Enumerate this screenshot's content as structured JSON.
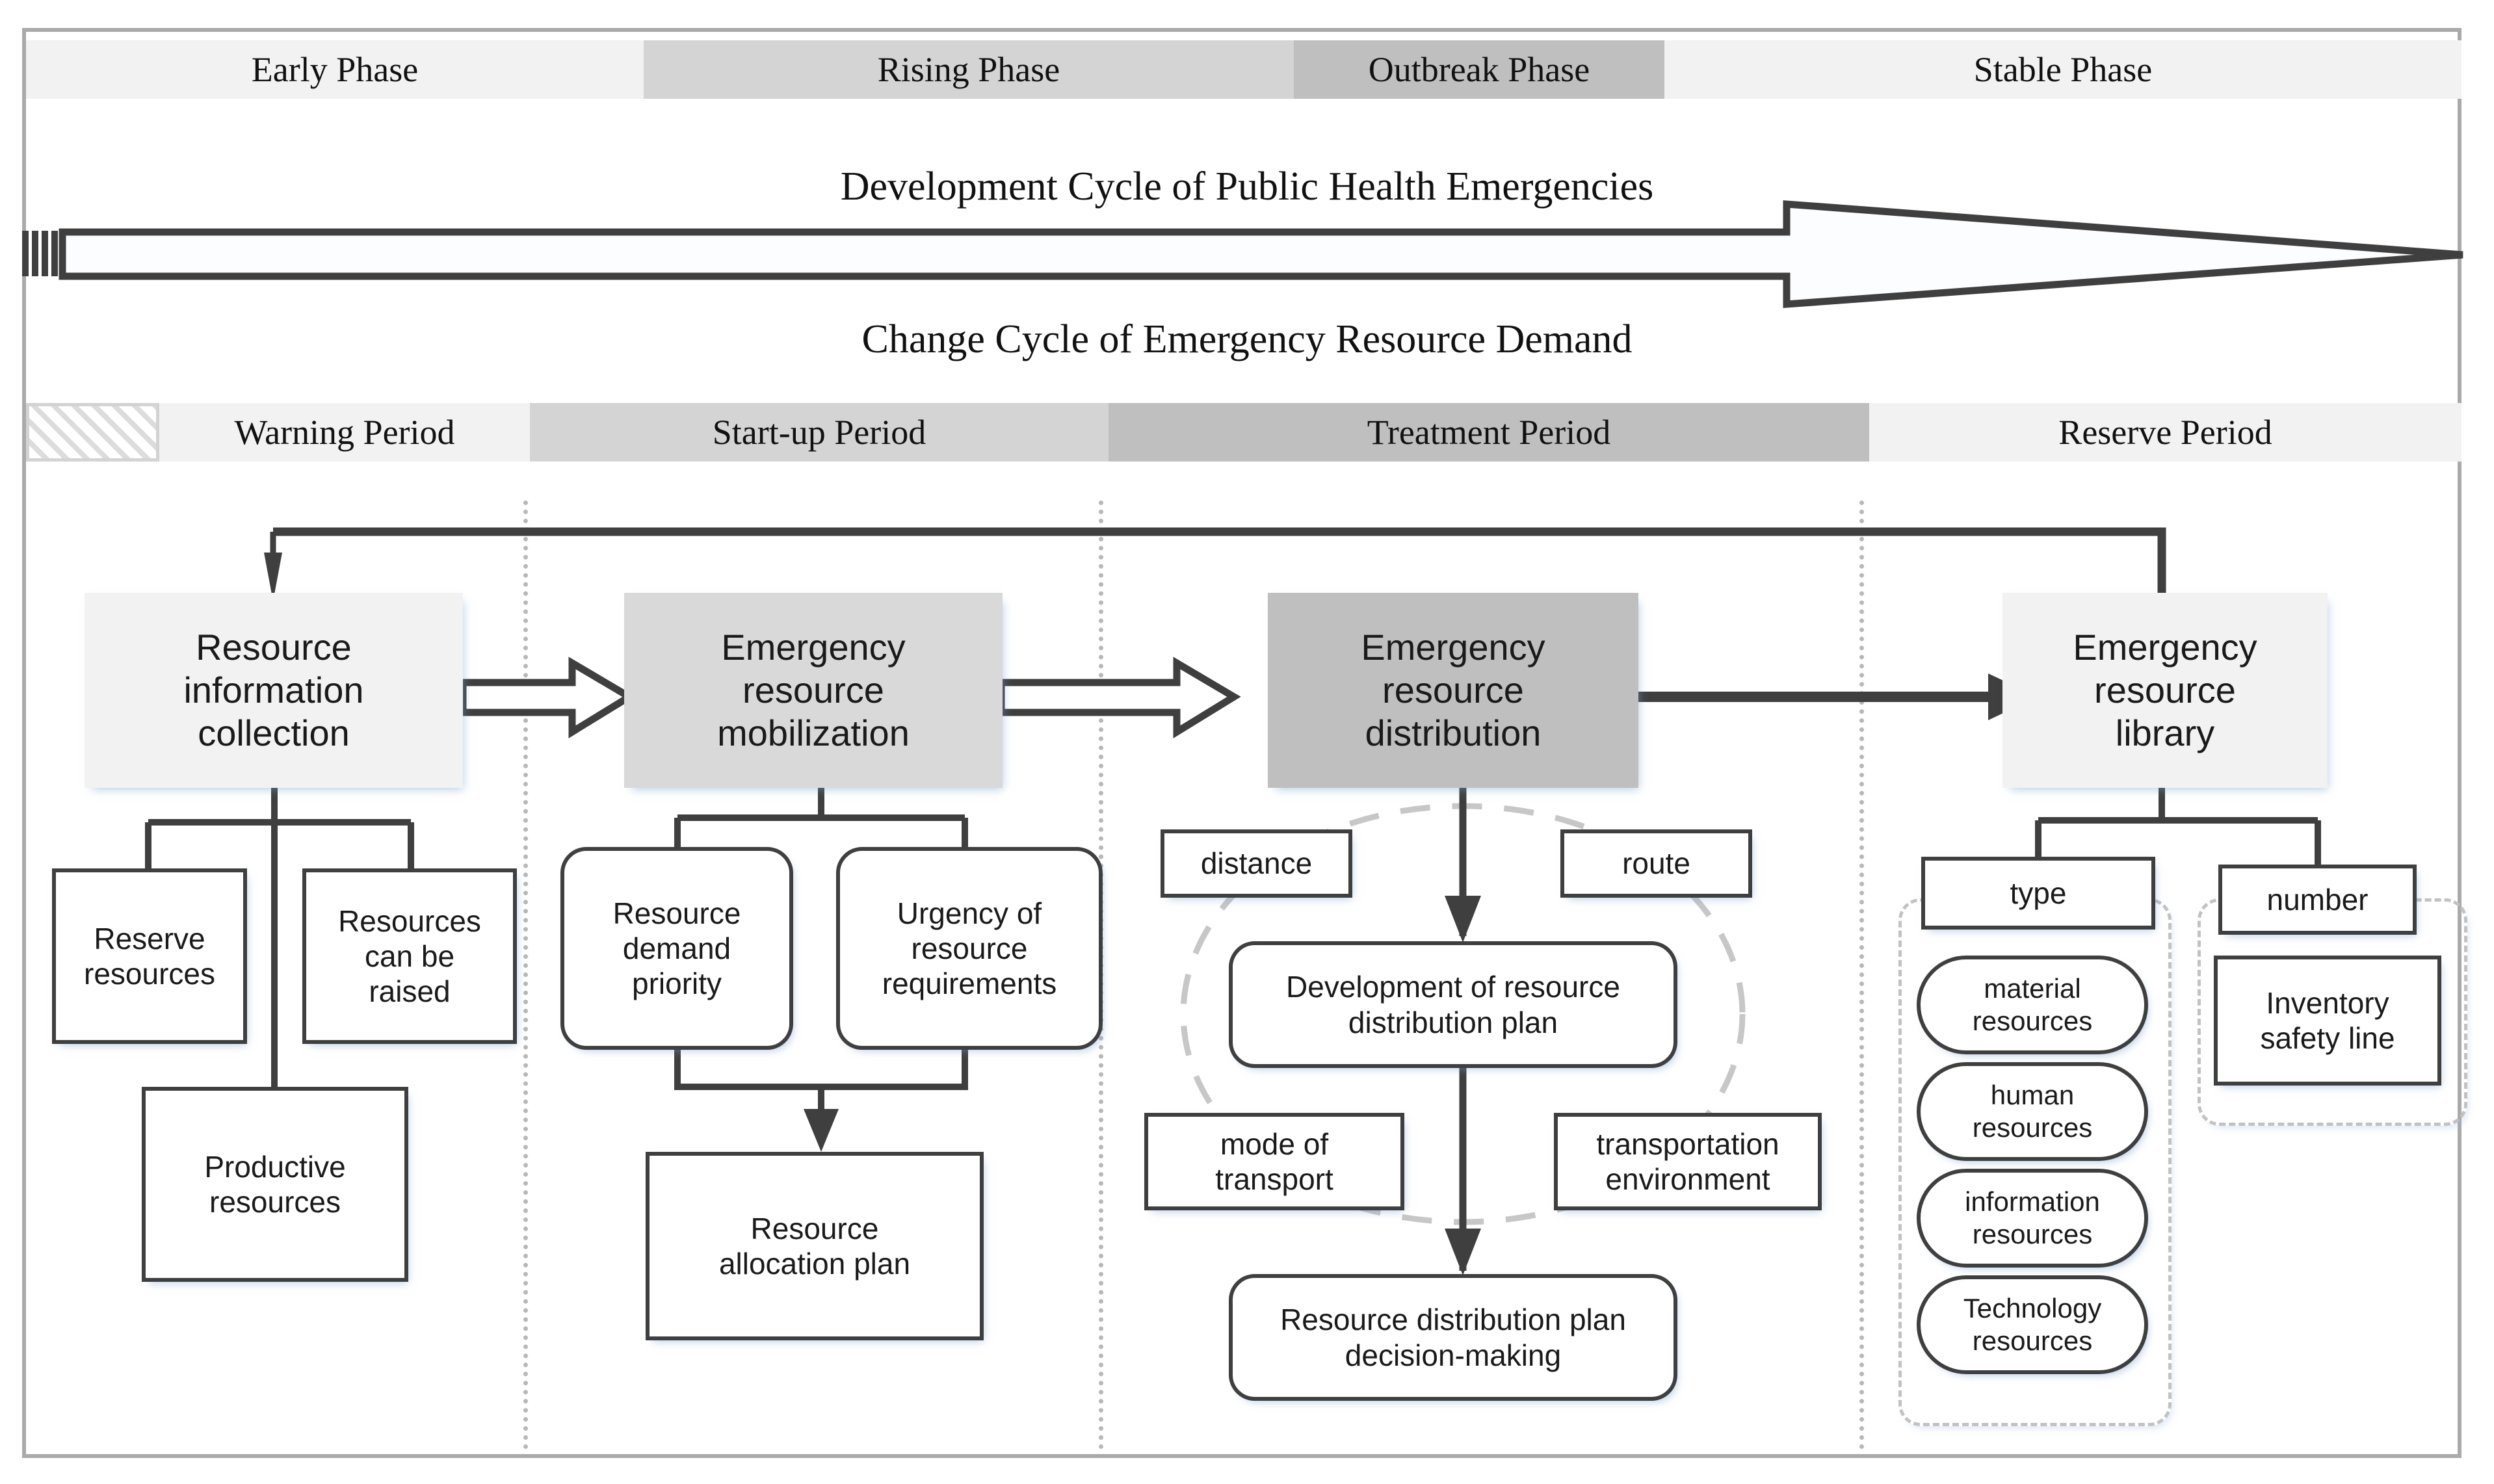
{
  "phases": {
    "label": "Development Cycle of Public Health Emergencies",
    "bands": [
      {
        "name": "Early Phase",
        "shade": "#f2f2f2"
      },
      {
        "name": "Rising Phase",
        "shade": "#d4d4d4"
      },
      {
        "name": "Outbreak Phase",
        "shade": "#bfbfbf"
      },
      {
        "name": "Stable Phase",
        "shade": "#f2f2f2"
      }
    ]
  },
  "demand": {
    "label": "Change Cycle of Emergency Resource Demand",
    "periods": [
      {
        "name": "Warning Period",
        "shade": "#f2f2f2"
      },
      {
        "name": "Start-up Period",
        "shade": "#d4d4d4"
      },
      {
        "name": "Treatment Period",
        "shade": "#bfbfbf"
      },
      {
        "name": "Reserve Period",
        "shade": "#f2f2f2"
      }
    ]
  },
  "stages": [
    {
      "id": "collection",
      "label": "Resource\ninformation\ncollection",
      "shade": "#f2f2f2"
    },
    {
      "id": "mobilization",
      "label": "Emergency\nresource\nmobilization",
      "shade": "#d9d9d9"
    },
    {
      "id": "distribution",
      "label": "Emergency\nresource\ndistribution",
      "shade": "#bfbfbf"
    },
    {
      "id": "library",
      "label": "Emergency\nresource\nlibrary",
      "shade": "#f2f2f2"
    }
  ],
  "col1": {
    "reserve_resources": "Reserve\nresources",
    "resources_can_be_raised": "Resources\ncan be\nraised",
    "productive_resources": "Productive\nresources"
  },
  "col2": {
    "resource_demand_priority": "Resource\ndemand\npriority",
    "urgency_of_resource_requirements": "Urgency of\nresource\nrequirements",
    "resource_allocation_plan": "Resource\nallocation plan"
  },
  "col3": {
    "distance": "distance",
    "route": "route",
    "mode_of_transport": "mode of\ntransport",
    "transportation_environment": "transportation\nenvironment",
    "development_of_plan": "Development of resource\ndistribution plan",
    "decision_making": "Resource distribution plan\ndecision-making"
  },
  "col4": {
    "type": "type",
    "number": "number",
    "type_items": [
      "material\nresources",
      "human\nresources",
      "information\nresources",
      "Technology\nresources"
    ],
    "inventory_safety_line": "Inventory\nsafety line"
  },
  "colors": {
    "line": "#3f3f3f",
    "frame": "#aaaaaa",
    "dashed": "#c2c2c2",
    "dotted": "#b8b8b8"
  }
}
